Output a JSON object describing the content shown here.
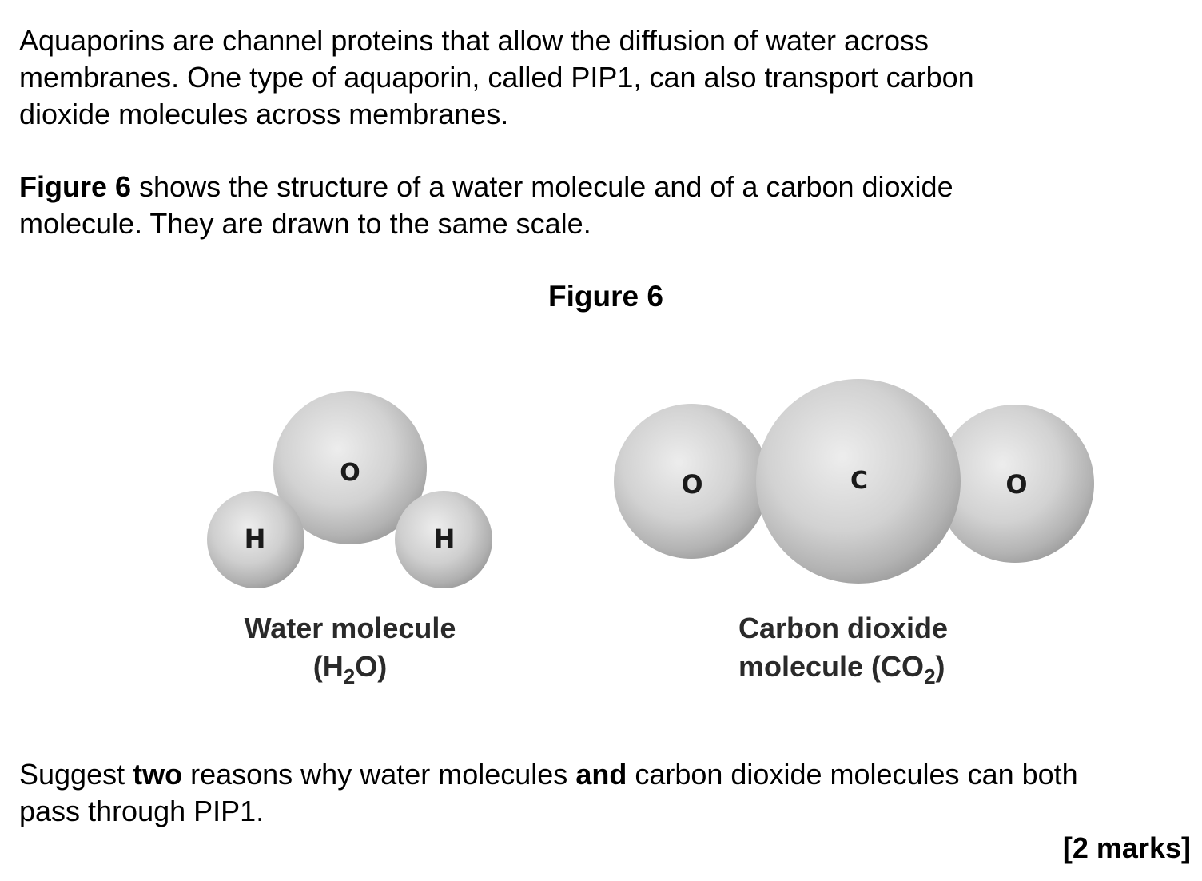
{
  "intro": {
    "line1": "Aquaporins are channel proteins that allow the diffusion of water across",
    "line2": "membranes.  One type of aquaporin, called PIP1, can also transport carbon",
    "line3": "dioxide molecules across membranes."
  },
  "figure_intro": {
    "bold_ref": "Figure 6",
    "line1_rest": " shows the structure of a water molecule and of a carbon dioxide",
    "line2": "molecule.  They are drawn to the same scale."
  },
  "figure": {
    "title": "Figure 6",
    "water": {
      "atoms": {
        "oxygen": "O",
        "hydrogen_left": "H",
        "hydrogen_right": "H"
      },
      "caption_line1": "Water molecule",
      "caption_line2_pre": "(H",
      "caption_line2_sub": "2",
      "caption_line2_post": "O)"
    },
    "co2": {
      "atoms": {
        "oxygen_left": "O",
        "carbon": "C",
        "oxygen_right": "O"
      },
      "caption_line1": "Carbon dioxide",
      "caption_line2_pre": "molecule (CO",
      "caption_line2_sub": "2",
      "caption_line2_post": ")"
    }
  },
  "question": {
    "word1": "Suggest ",
    "bold1": "two",
    "word2": " reasons why water molecules ",
    "bold2": "and",
    "word3": " carbon dioxide molecules can both",
    "line2": "pass through PIP1."
  },
  "marks": "[2 marks]"
}
